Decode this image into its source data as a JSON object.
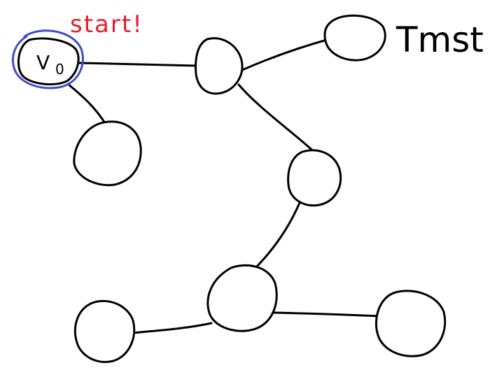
{
  "diagram": {
    "title": "Tmst",
    "start_label": "start!",
    "start_node_label": "V0",
    "start_node_main": "V",
    "start_node_sub": "0",
    "colors": {
      "ink": "#000000",
      "start_label": "#e8202a",
      "start_highlight": "#3f4fc4",
      "background": "#ffffff"
    },
    "nodes": [
      {
        "id": "v0",
        "label": "V0",
        "is_start": true
      },
      {
        "id": "n1",
        "label": ""
      },
      {
        "id": "n2",
        "label": ""
      },
      {
        "id": "n3",
        "label": ""
      },
      {
        "id": "n4",
        "label": ""
      },
      {
        "id": "n5",
        "label": ""
      },
      {
        "id": "n6",
        "label": ""
      },
      {
        "id": "n7",
        "label": ""
      }
    ],
    "edges": [
      {
        "from": "v0",
        "to": "n1"
      },
      {
        "from": "v0",
        "to": "n3"
      },
      {
        "from": "n1",
        "to": "n2"
      },
      {
        "from": "n1",
        "to": "n4"
      },
      {
        "from": "n4",
        "to": "n5"
      },
      {
        "from": "n5",
        "to": "n6"
      },
      {
        "from": "n5",
        "to": "n7"
      }
    ]
  }
}
